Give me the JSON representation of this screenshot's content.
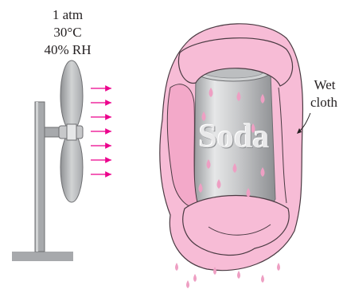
{
  "conditions": {
    "pressure": "1 atm",
    "temperature": "30°C",
    "humidity": "40% RH"
  },
  "callout": {
    "line1": "Wet",
    "line2": "cloth"
  },
  "can_label": "Soda",
  "colors": {
    "cloth_fill": "#f7bcd6",
    "cloth_outline": "#4a3a42",
    "can_body": "#c7c8ca",
    "drop": "#ee9fc3",
    "airflow_arrow": "#ec008c",
    "fan_blade": "#b5b7ba",
    "stand": "#a7a9ac"
  },
  "icons": {
    "fan": "fan-icon",
    "arrows": "arrow-right-icon",
    "drops": "water-drop-icon"
  }
}
